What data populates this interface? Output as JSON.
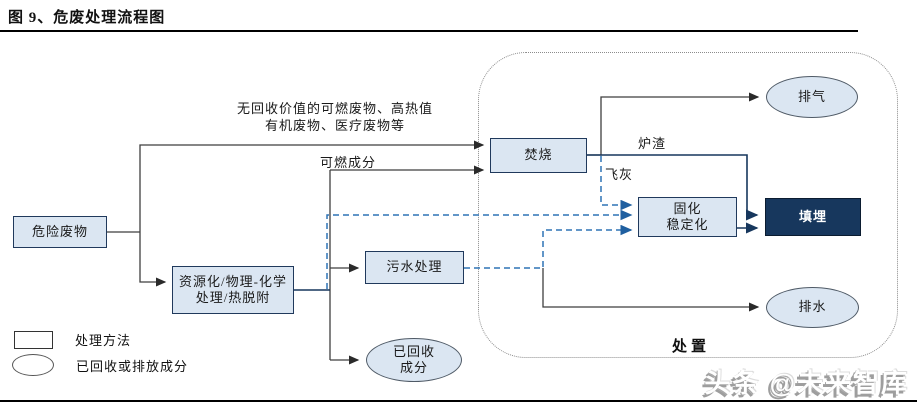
{
  "figure": {
    "title": "图 9、危废处理流程图"
  },
  "diagram": {
    "nodes": {
      "hazardous_waste": {
        "label": "危险废物"
      },
      "resource_treatment": {
        "label": "资源化/物理-化学处理/热脱附"
      },
      "wastewater_treatment": {
        "label": "污水处理"
      },
      "incineration": {
        "label": "焚烧"
      },
      "solidification": {
        "lines": [
          "固化",
          "稳定化"
        ]
      },
      "landfill": {
        "label": "填埋"
      },
      "exhaust_gas": {
        "label": "排气"
      },
      "drainage": {
        "label": "排水"
      },
      "recovered": {
        "lines": [
          "已回收",
          "成分"
        ]
      }
    },
    "edge_labels": {
      "no_recovery_combustible": "无回收价值的可燃废物、高热值有机废物、医疗废物等",
      "combustible_component": "可燃成分",
      "slag": "炉渣",
      "fly_ash": "飞灰"
    },
    "region_label": "处置"
  },
  "legend": {
    "rect_label": "处理方法",
    "ellipse_label": "已回收或排放成分"
  },
  "watermark": "头条 @未来智库",
  "colors": {
    "node-fill": "#dbe6f2",
    "node-border": "#20395c",
    "dark-node-fill": "#17375d",
    "navy-line": "#17375d",
    "dashed-blue": "#2e74b5",
    "plain-line": "#3f3f3f"
  }
}
